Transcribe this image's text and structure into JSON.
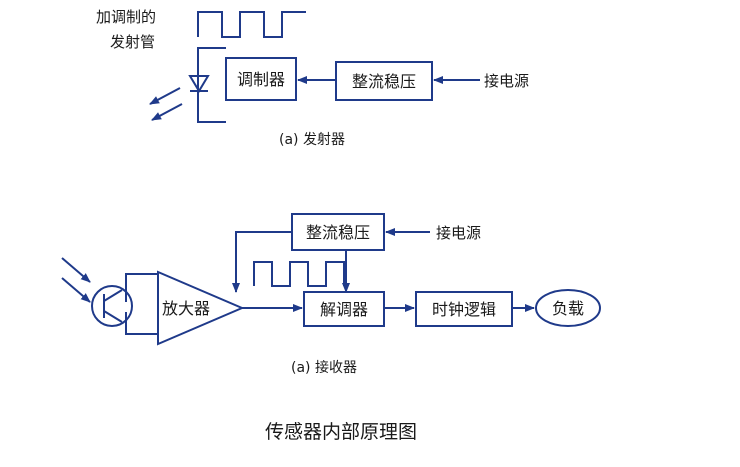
{
  "transmitter": {
    "signal_label_line1": "加调制的",
    "signal_label_line2": "发射管",
    "modulator": "调制器",
    "rectifier": "整流稳压",
    "power": "接电源",
    "caption": "(a) 发射器"
  },
  "receiver": {
    "rectifier": "整流稳压",
    "power": "接电源",
    "amplifier": "放大器",
    "demodulator": "解调器",
    "clock_logic": "时钟逻辑",
    "load": "负载",
    "caption": "(a) 接收器"
  },
  "figure_title": "传感器内部原理图",
  "colors": {
    "line": "#1f3a8a",
    "text": "#1a1a1a",
    "background": "#ffffff"
  }
}
